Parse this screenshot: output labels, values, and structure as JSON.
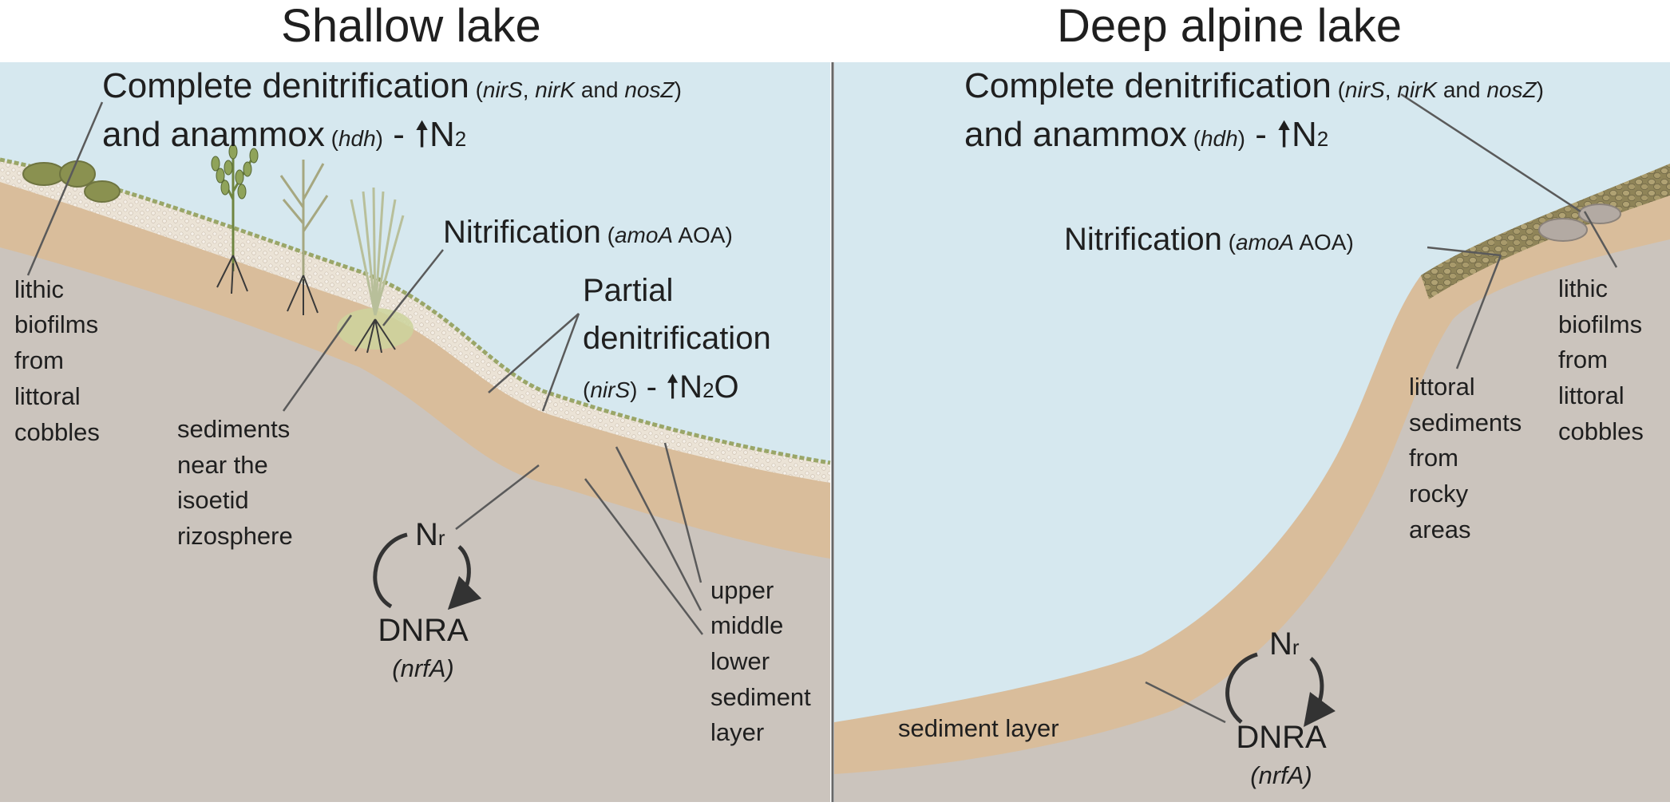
{
  "left_panel": {
    "title": "Shallow lake",
    "complete": {
      "line1_main": "Complete denitrification",
      "line1_open": " (",
      "g1": "nirS",
      "sep1": ", ",
      "g2": "nirK",
      "and": " and ",
      "g3": "nosZ",
      "line1_close": ")",
      "line2_main": "and anammox",
      "line2_open": " (",
      "g4": "hdh",
      "line2_close": ")",
      "dash": " - ",
      "arrow": "🠕",
      "n2_N": "N",
      "n2_sub": "2"
    },
    "nitrification": {
      "main": "Nitrification",
      "open": " (",
      "gene": "amoA",
      "aoa": " AOA)"
    },
    "partial": {
      "line1": "Partial",
      "line2": "denitrification",
      "open": "(",
      "gene": "nirS",
      "close": ")",
      "dash": " - ",
      "arrow": "🠕",
      "N": "N",
      "sub": "2",
      "O": "O"
    },
    "lithic_label": [
      "lithic",
      "biofilms",
      "from",
      "littoral",
      "cobbles"
    ],
    "sediment_label": [
      "sediments",
      "near the",
      "isoetid",
      "rizosphere"
    ],
    "layers_label": [
      "upper",
      "middle",
      "lower",
      "sediment",
      "layer"
    ],
    "dnra": {
      "nr_N": "N",
      "nr_sub": "r",
      "name": "DNRA",
      "gene": "(nrfA)"
    }
  },
  "right_panel": {
    "title": "Deep alpine lake",
    "complete": {
      "line1_main": "Complete denitrification",
      "line1_open": " (",
      "g1": "nirS",
      "sep1": ", ",
      "g2": "nirK",
      "and": " and ",
      "g3": "nosZ",
      "line1_close": ")",
      "line2_main": "and anammox",
      "line2_open": " (",
      "g4": "hdh",
      "line2_close": ")",
      "dash": " - ",
      "arrow": "🠕",
      "n2_N": "N",
      "n2_sub": "2"
    },
    "nitrification": {
      "main": "Nitrification",
      "open": " (",
      "gene": "amoA",
      "aoa": " AOA)"
    },
    "lithic_label": [
      "lithic",
      "biofilms",
      "from",
      "littoral",
      "cobbles"
    ],
    "littoral_label": [
      "littoral",
      "sediments",
      "from",
      "rocky",
      "areas"
    ],
    "sediment_layer": "sediment layer",
    "dnra": {
      "nr_N": "N",
      "nr_sub": "r",
      "name": "DNRA",
      "gene": "(nrfA)"
    }
  },
  "colors": {
    "water": "#d6e8ef",
    "ground": "#cbc4bd",
    "sediment": "#d9bd9b",
    "upper_sediment": "#e8ddd0",
    "biofilm": "#8a9150",
    "cobble": "#a19466",
    "divider": "#666666",
    "leader": "#555555",
    "arrow": "#333333"
  }
}
